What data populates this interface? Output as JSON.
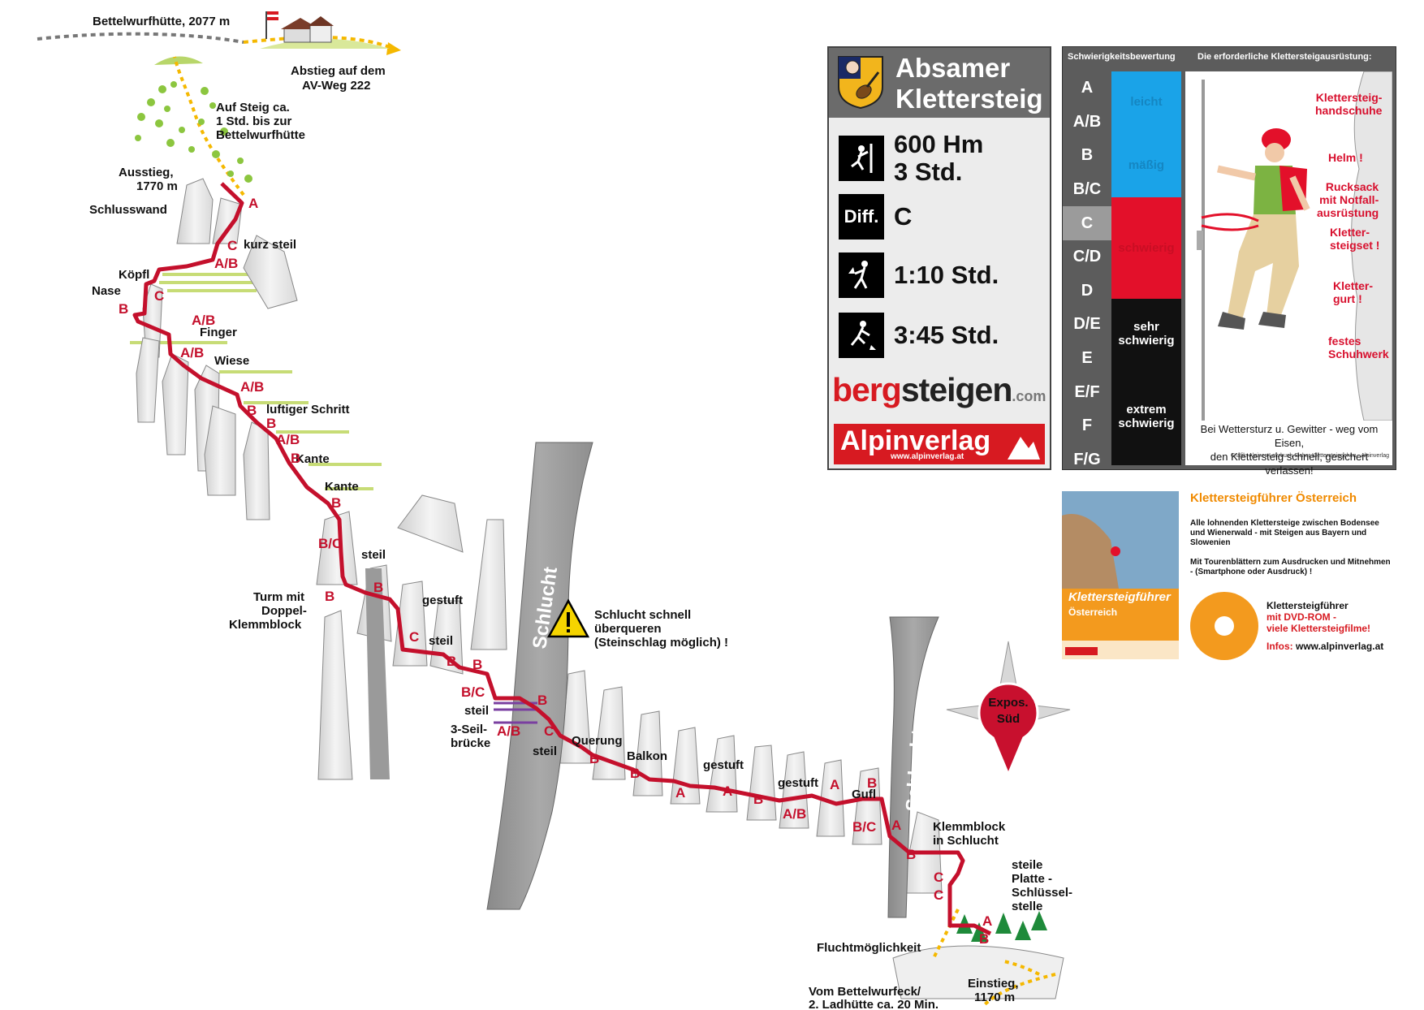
{
  "topo": {
    "labels": {
      "hut": "Bettelwurfhütte, 2077 m",
      "descent": [
        "Abstieg auf dem",
        "AV-Weg 222"
      ],
      "ascent_path": [
        "Auf Steig ca.",
        "1 Std. bis zur",
        "Bettelwurfhütte"
      ],
      "exit": [
        "Ausstieg,",
        "1770 m"
      ],
      "final_wall": "Schlusswand",
      "short_steep": "kurz steil",
      "koepfl": "Köpfl",
      "nose": "Nase",
      "finger": "Finger",
      "meadow": "Wiese",
      "airy_step": "luftiger Schritt",
      "edge1": "Kante",
      "edge2": "Kante",
      "steep1": "steil",
      "tower": [
        "Turm mit",
        "Doppel-",
        "Klemmblock"
      ],
      "stepped1": "gestuft",
      "steep2": "steil",
      "steep3": "steil",
      "bridge": [
        "3-Seil-",
        "brücke"
      ],
      "steep4": "steil",
      "traverse": "Querung",
      "balcony": "Balkon",
      "stepped2": "gestuft",
      "stepped3": "gestuft",
      "gufl": "Gufl",
      "chockstone": [
        "Klemmblock",
        "in Schlucht"
      ],
      "slab": [
        "steile",
        "Platte -",
        "Schlüssel-",
        "stelle"
      ],
      "escape": "Fluchtmöglichkeit",
      "entry": [
        "Einstieg,",
        "1170 m"
      ],
      "approach": [
        "Vom Bettelwurfeck/",
        "2. Ladhütte ca. 20 Min."
      ],
      "warning": [
        "Schlucht schnell",
        "überqueren",
        "(Steinschlag möglich) !"
      ],
      "gorge1": "Schlucht",
      "gorge2": "Schlucht",
      "exposure": [
        "Expos.",
        "Süd"
      ]
    },
    "grades": {
      "g1": "A",
      "g2": "C",
      "g3": "A/B",
      "g4": "C",
      "g5": "B",
      "g6": "A/B",
      "g7": "A/B",
      "g8": "A/B",
      "g9": "B",
      "g10": "B",
      "g11": "A/B",
      "g12": "B",
      "g13": "B",
      "g14": "B/C",
      "g15": "B",
      "g16": "B",
      "g17": "C",
      "g18": "B",
      "g19": "B",
      "g20": "B/C",
      "g21": "A/B",
      "g22": "B",
      "g23": "C",
      "g24": "B",
      "g25": "B",
      "g26": "A",
      "g27": "A",
      "g28": "B",
      "g29": "A/B",
      "g30": "A",
      "g31": "B",
      "g32": "B/C",
      "g33": "A",
      "g34": "B",
      "g35": "C",
      "g36": "C",
      "g37": "A",
      "g38": "B"
    }
  },
  "card": {
    "title": [
      "Absamer",
      "Klettersteig"
    ],
    "height_gain": "600 Hm",
    "total_time": "3 Std.",
    "diff_label": "Diff.",
    "difficulty": "C",
    "approach_time": "1:10 Std.",
    "descent_time": "3:45 Std.",
    "brand_a": "berg",
    "brand_b": "steigen",
    "brand_c": ".com",
    "publisher": "Alpinverlag",
    "publisher_url": "www.alpinverlag.at"
  },
  "panel": {
    "header_left": "Schwierigkeitsbewertung",
    "header_right": "Die erforderliche Klettersteigausrüstung:",
    "scale": [
      "A",
      "A/B",
      "B",
      "B/C",
      "C",
      "C/D",
      "D",
      "D/E",
      "E",
      "E/F",
      "F",
      "F/G"
    ],
    "selected": "C",
    "bar_easy": "leicht",
    "bar_medium": "mäßig",
    "bar_hard": "schwierig",
    "bar_very": [
      "sehr",
      "schwierig"
    ],
    "bar_extreme": [
      "extrem",
      "schwierig"
    ],
    "equip": {
      "gloves": [
        "Klettersteig-",
        "handschuhe"
      ],
      "helmet": "Helm !",
      "backpack": [
        "Rucksack",
        "mit Notfall-",
        "ausrüstung"
      ],
      "set": [
        "Kletter-",
        "steigset !"
      ],
      "harness": [
        "Kletter-",
        "gurt !"
      ],
      "shoes": [
        "festes",
        "Schuhwerk"
      ]
    },
    "note": [
      "Bei Wettersturz u. Gewitter - weg vom Eisen,",
      "den Klettersteig schnell, gesichert verlassen!"
    ],
    "credit": "Grafik: Alpines Lehrbuch Sicher Klettersteiggehen - Alpinverlag"
  },
  "ad": {
    "title": "Klettersteigführer Österreich",
    "p1": "Alle lohnenden Klettersteige zwischen Bodensee und Wienerwald - mit Steigen aus Bayern und Slowenien",
    "p2": "Mit Tourenblättern zum Ausdrucken und Mitnehmen - (Smartphone oder Ausdruck) !",
    "book_title": "Klettersteigführer",
    "book_sub": "Österreich",
    "dvd": [
      "Klettersteigführer",
      "mit DVD-ROM -",
      "viele Klettersteigfilme!"
    ],
    "infos_label": "Infos:",
    "infos_url": "www.alpinverlag.at"
  },
  "colors": {
    "route": "#c4102c",
    "path": "#f5b800",
    "gorge": "#9a9a9a",
    "brand_red": "#d71a21",
    "easy": "#1aa3e8",
    "hard": "#e3102a",
    "extreme": "#111111"
  }
}
